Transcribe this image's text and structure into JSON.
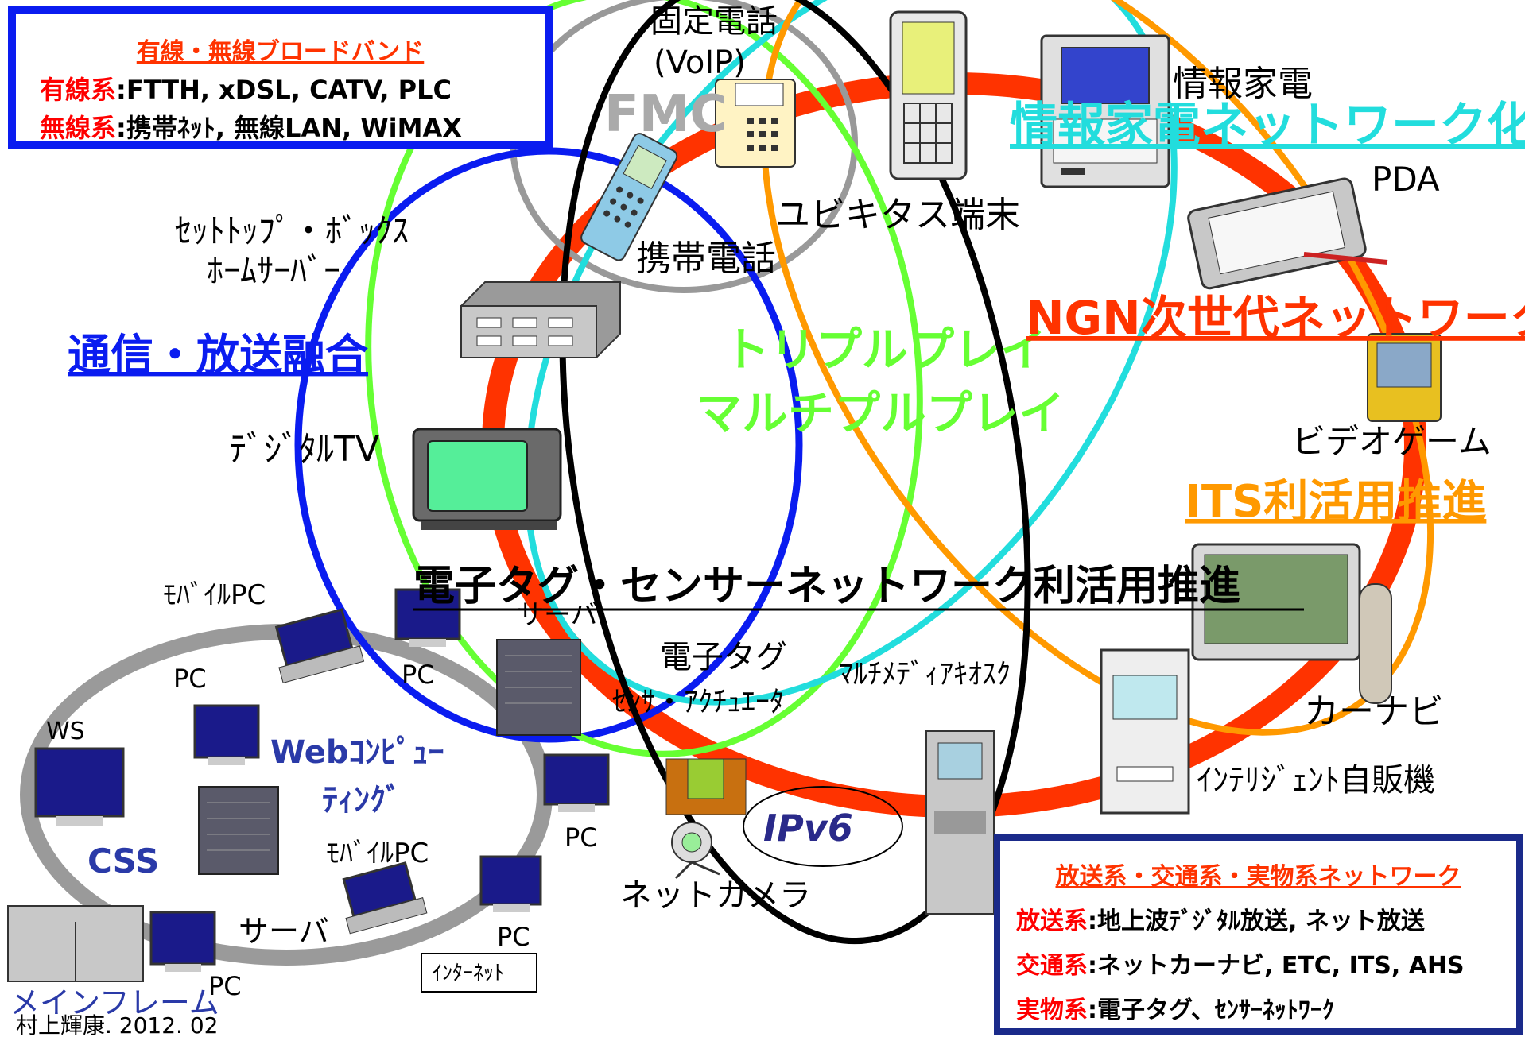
{
  "wired_box": {
    "title": "有線・無線ブロードバンド",
    "rows": [
      {
        "key": "有線系",
        "value": ":FTTH, xDSL, CATV, PLC"
      },
      {
        "key": "無線系",
        "value": ":携帯ﾈｯﾄ, 無線LAN, WiMAX"
      }
    ]
  },
  "broadcast_box": {
    "title": "放送系・交通系・実物系ネットワーク",
    "rows": [
      {
        "key": "放送系",
        "value": ":地上波ﾃﾞｼﾞﾀﾙ放送, ネット放送"
      },
      {
        "key": "交通系",
        "value": ":ネットカーナビ, ETC, ITS, AHS"
      },
      {
        "key": "実物系",
        "value": ":電子タグ、ｾﾝｻｰﾈｯﾄﾜｰｸ"
      }
    ]
  },
  "headings": {
    "comm_broadcast": "通信・放送融合",
    "triple_play": "トリプルプレイ",
    "multi_play": "マルチプルプレイ",
    "info_appliance_network": "情報家電ネットワーク化",
    "ngn": "NGN次世代ネットワーク",
    "its": "ITS利活用推進",
    "tag_sensor": "電子タグ・センサーネットワーク利活用推進",
    "fmc": "FMC",
    "ipv6": "IPv6",
    "web_computing_1": "Webｺﾝﾋﾟｭｰ",
    "web_computing_2": "ﾃｨﾝｸﾞ",
    "css": "CSS"
  },
  "device_labels": {
    "fixed_phone_1": "固定電話",
    "fixed_phone_2": "(VoIP)",
    "info_appliance": "情報家電",
    "pda": "PDA",
    "ubiquitous": "ユビキタス端末",
    "mobile_phone": "携帯電話",
    "settop_1": "ｾｯﾄﾄｯﾌﾟ・ﾎﾞｯｸｽ",
    "settop_2": "ﾎｰﾑｻｰﾊﾞｰ",
    "digital_tv": "ﾃﾞｼﾞﾀﾙTV",
    "video_game": "ビデオゲーム",
    "car_navi": "カーナビ",
    "vending": "ｲﾝﾃﾘｼﾞｪﾝﾄ自販機",
    "kiosk": "ﾏﾙﾁﾒﾃﾞｨｱｷｵｽｸ",
    "etag": "電子タグ",
    "sensor": "ｾﾝｻ・ｱｸﾁｭｴｰﾀ",
    "net_camera": "ネットカメラ",
    "server_top": "サーバ",
    "server_bottom": "サーバ",
    "mobile_pc_top": "ﾓﾊﾞｲﾙPC",
    "mobile_pc_bottom": "ﾓﾊﾞｲﾙPC",
    "pc_1": "PC",
    "pc_2": "PC",
    "pc_3": "PC",
    "pc_4": "PC",
    "pc_5": "PC",
    "ws": "WS",
    "mainframe": "メインフレーム",
    "internet": "ｲﾝﾀｰﾈｯﾄ",
    "credit": "村上輝康. 2012. 02"
  },
  "colors": {
    "ngn_ring": "#ff3300",
    "comm_broadcast": "#0a1cf0",
    "triple_play": "#66ff33",
    "info_appliance": "#22dddd",
    "its": "#ff9900",
    "tag_sensor": "#000000",
    "fmc": "#999999",
    "lan_ring": "#999999",
    "ipv6": "#2a2a8a"
  }
}
